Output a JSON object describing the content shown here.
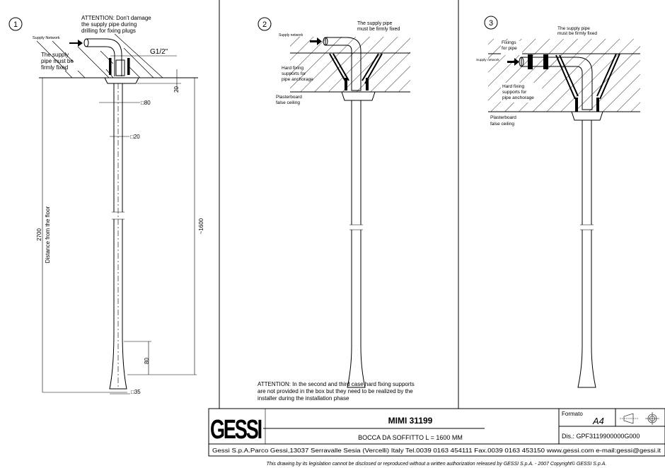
{
  "panel1": {
    "number": "1",
    "attention": [
      "ATTENTION: Don't damage",
      "the supply pipe during",
      "drilling for fixing plugs"
    ],
    "supply_network": "Supply Network",
    "supply_fixed": [
      "The supply",
      "pipe must be",
      "firmly fixed"
    ],
    "thread": "G1/2\"",
    "dim_20": "20",
    "dim_sq80": "□80",
    "dim_sq20": "□20",
    "dim_2700": "2700",
    "distance_floor": "Distance from the floor",
    "dim_1600": "~1600",
    "dim_80": "80",
    "dim_sq35": "□35"
  },
  "panel2": {
    "number": "2",
    "supply_network": "Supply network",
    "supply_fixed": [
      "The supply pipe",
      "must be firmly fixed"
    ],
    "hard_fixing": [
      "Hard fixing",
      "supports for",
      "pipe anchorage"
    ],
    "plasterboard": [
      "Plasterboard",
      "false ceiling"
    ],
    "attention": [
      "ATTENTION: In the second and third case hard fixing supports",
      "are not provided in the box but they need to be realized by the",
      "installer during the installation phase"
    ]
  },
  "panel3": {
    "number": "3",
    "fixings": [
      "Fixings",
      "for pipe"
    ],
    "supply_network": "Supply network",
    "supply_fixed": [
      "The supply pipe",
      "must be firmly fixed"
    ],
    "hard_fixing": [
      "Hard fixing",
      "supports for",
      "pipe anchorage"
    ],
    "plasterboard": [
      "Plasterboard",
      "false ceiling"
    ]
  },
  "title_block": {
    "logo": "GESSI",
    "product": "MIMI 31199",
    "description": "BOCCA DA SOFFITTO L = 1600 MM",
    "format_label": "Formato",
    "format_value": "A4",
    "drawing_number": "Dis.: GPF3119900000G000",
    "address": "Gessi S.p.A.Parco Gessi,13037 Serravalle Sesia (Vercelli) Italy Tel.0039 0163 454111 Fax.0039 0163 453150 www.gessi.com e-mail:gessi@gessi.it",
    "copyright": "This drawing by its legislation cannot be disclosed or reproduced without a written authorization released by GESSI S.p.A. - 2007 Copyright© GESSI S.p.A."
  }
}
